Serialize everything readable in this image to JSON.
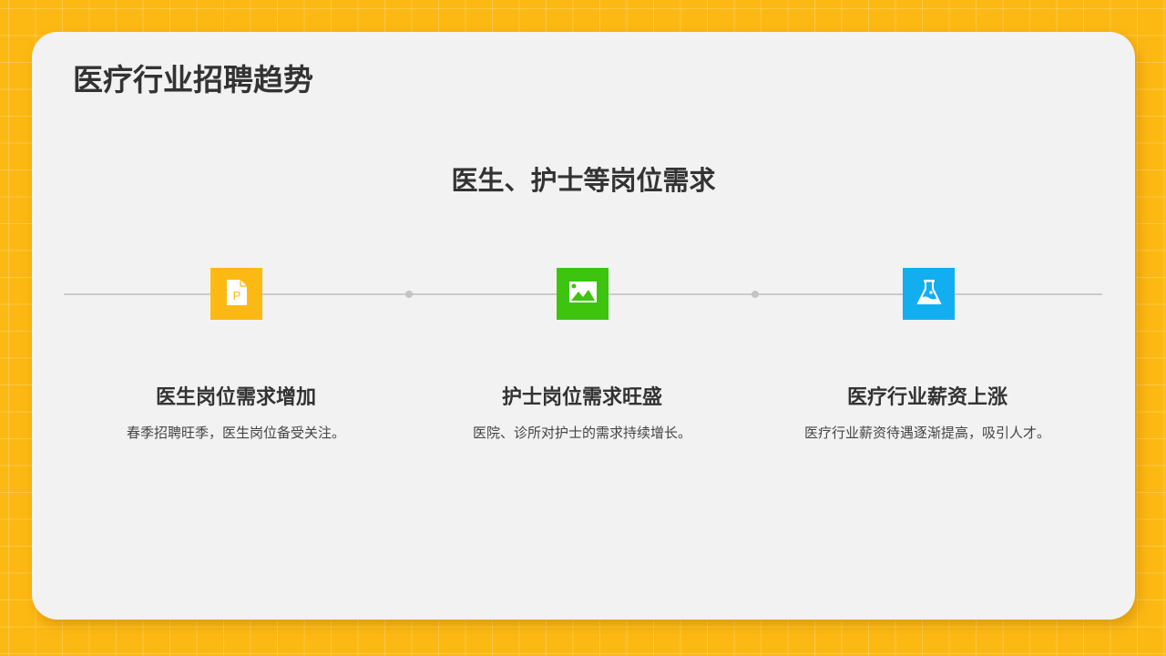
{
  "page": {
    "title": "医疗行业招聘趋势",
    "subtitle": "医生、护士等岗位需求"
  },
  "colors": {
    "background": "#FDB913",
    "card": "#F2F2F2",
    "text_dark": "#333333",
    "item1_accent": "#FDB913",
    "item2_accent": "#3CC40E",
    "item3_accent": "#12AEF0"
  },
  "timeline": {
    "items": [
      {
        "icon": "document-p-icon",
        "title": "医生岗位需求增加",
        "description": "春季招聘旺季，医生岗位备受关注。"
      },
      {
        "icon": "image-icon",
        "title": "护士岗位需求旺盛",
        "description": "医院、诊所对护士的需求持续增长。"
      },
      {
        "icon": "flask-icon",
        "title": "医疗行业薪资上涨",
        "description": "医疗行业薪资待遇逐渐提高，吸引人才。"
      }
    ]
  }
}
